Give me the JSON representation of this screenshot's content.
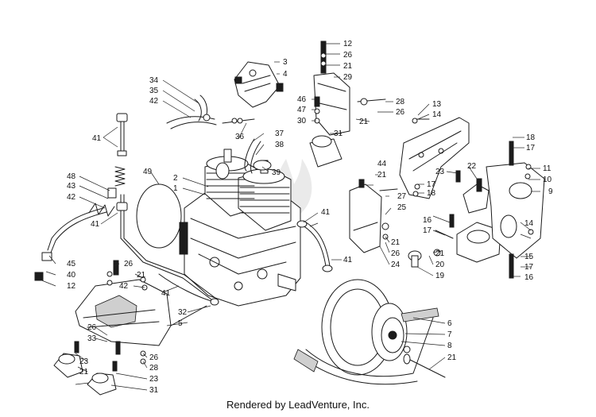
{
  "footer": {
    "text": "Rendered by LeadVenture, Inc."
  },
  "callouts": [
    "12",
    "26",
    "21",
    "29",
    "3",
    "4",
    "34",
    "35",
    "42",
    "46",
    "47",
    "30",
    "28",
    "26",
    "21",
    "13",
    "14",
    "41",
    "36",
    "37",
    "38",
    "31",
    "39",
    "18",
    "17",
    "11",
    "10",
    "9",
    "44",
    "21",
    "23",
    "22",
    "27",
    "17",
    "18",
    "48",
    "43",
    "42",
    "49",
    "2",
    "1",
    "41",
    "41",
    "25",
    "21",
    "26",
    "24",
    "16",
    "17",
    "21",
    "20",
    "14",
    "15",
    "17",
    "16",
    "19",
    "41",
    "45",
    "40",
    "12",
    "26",
    "21",
    "42",
    "41",
    "32",
    "5",
    "6",
    "7",
    "8",
    "21",
    "26",
    "33",
    "23",
    "21",
    "26",
    "28",
    "23",
    "31"
  ]
}
